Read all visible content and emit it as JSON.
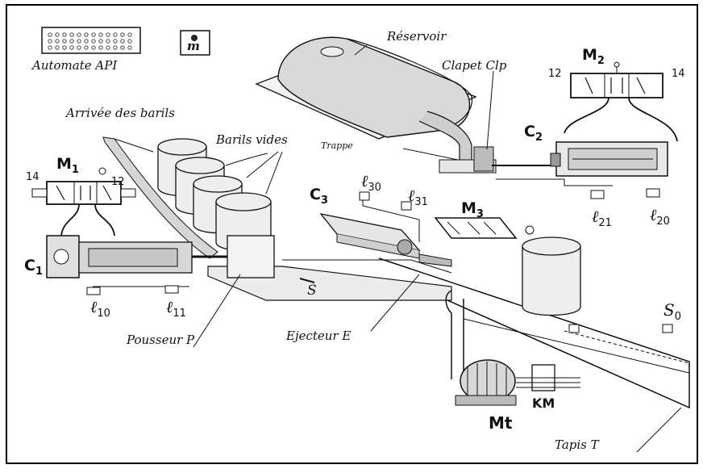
{
  "labels": {
    "automate": "Automate API",
    "memoire": "m",
    "reservoir": "Réservoir",
    "clapet": "Clapet Clp",
    "trappe": "Trappe",
    "arrivee": "Arrivée des barils",
    "barils_vides": "Barils vides",
    "pousseur": "Pousseur P",
    "ejecteur": "Ejecteur E",
    "tapis": "Tapis T",
    "s": "S"
  },
  "components": {
    "m1": {
      "name": "M",
      "sub": "1",
      "port_left": "14",
      "port_right": "12"
    },
    "m2": {
      "name": "M",
      "sub": "2",
      "port_left": "12",
      "port_right": "14"
    },
    "m3": {
      "name": "M",
      "sub": "3"
    },
    "c1": {
      "name": "C",
      "sub": "1"
    },
    "c2": {
      "name": "C",
      "sub": "2"
    },
    "c3": {
      "name": "C",
      "sub": "3"
    },
    "mt": "Mt",
    "km": "KM"
  },
  "sensors": {
    "l10": {
      "name": "ℓ",
      "sub": "10"
    },
    "l11": {
      "name": "ℓ",
      "sub": "11"
    },
    "l20": {
      "name": "ℓ",
      "sub": "20"
    },
    "l21": {
      "name": "ℓ",
      "sub": "21"
    },
    "l30": {
      "name": "ℓ",
      "sub": "30"
    },
    "l31": {
      "name": "ℓ",
      "sub": "31"
    },
    "s0": {
      "name": "S",
      "sub": "0"
    }
  }
}
